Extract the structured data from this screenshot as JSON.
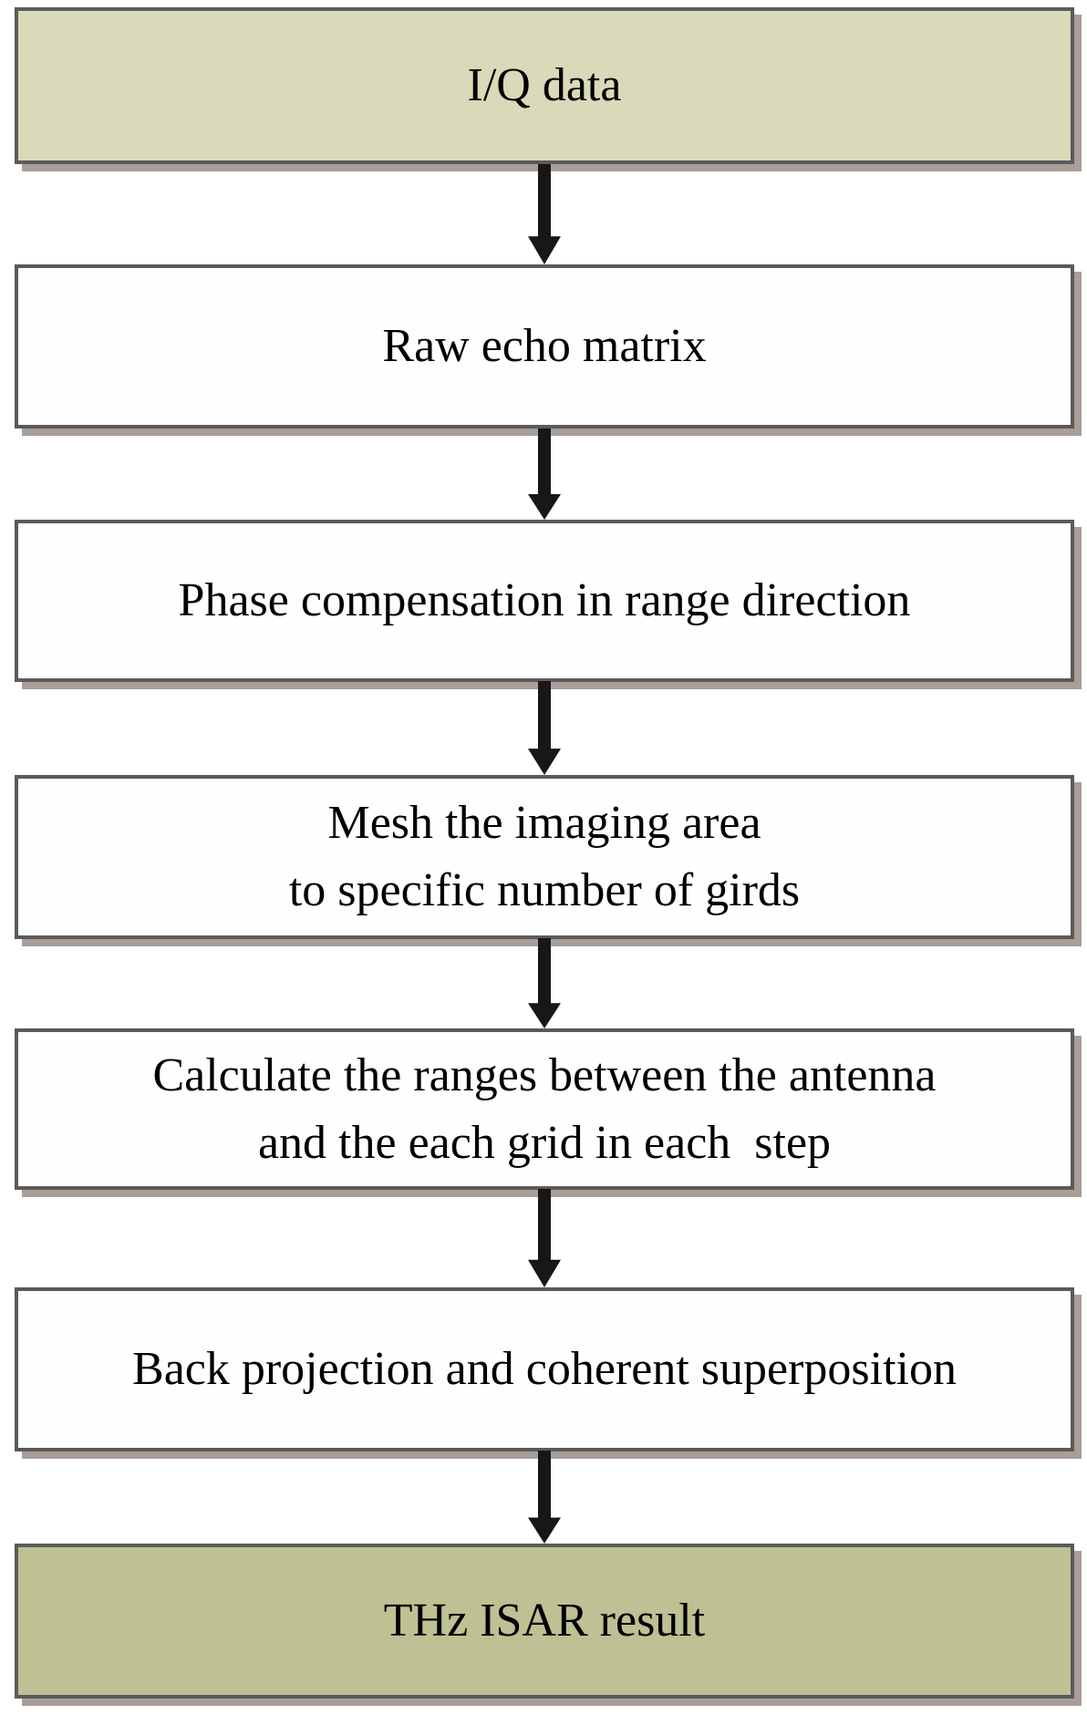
{
  "flowchart": {
    "nodes": [
      {
        "id": "iq-data",
        "type": "start",
        "lines": [
          "I/Q data"
        ]
      },
      {
        "id": "raw-echo-matrix",
        "type": "process",
        "lines": [
          "Raw echo matrix"
        ]
      },
      {
        "id": "phase-compensation",
        "type": "process",
        "lines": [
          "Phase compensation in range direction"
        ]
      },
      {
        "id": "mesh-imaging-area",
        "type": "process",
        "lines": [
          "Mesh the imaging area",
          "to specific number of girds"
        ]
      },
      {
        "id": "calculate-ranges",
        "type": "process",
        "lines": [
          "Calculate the ranges between the antenna",
          "and the each grid in each  step"
        ]
      },
      {
        "id": "back-projection",
        "type": "process",
        "lines": [
          "Back projection and coherent superposition"
        ]
      },
      {
        "id": "thz-isar-result",
        "type": "end",
        "lines": [
          "THz ISAR result"
        ]
      }
    ],
    "edges": [
      {
        "from": "iq-data",
        "to": "raw-echo-matrix"
      },
      {
        "from": "raw-echo-matrix",
        "to": "phase-compensation"
      },
      {
        "from": "phase-compensation",
        "to": "mesh-imaging-area"
      },
      {
        "from": "mesh-imaging-area",
        "to": "calculate-ranges"
      },
      {
        "from": "calculate-ranges",
        "to": "back-projection"
      },
      {
        "from": "back-projection",
        "to": "thz-isar-result"
      }
    ],
    "colors": {
      "start_fill": "#d8dab9",
      "end_fill": "#bdc193",
      "process_fill": "#fefefe",
      "border": "#5a5a5a",
      "shadow": "#a99e98",
      "arrow": "#171717",
      "text": "#000000",
      "background": "#ffffff"
    }
  }
}
